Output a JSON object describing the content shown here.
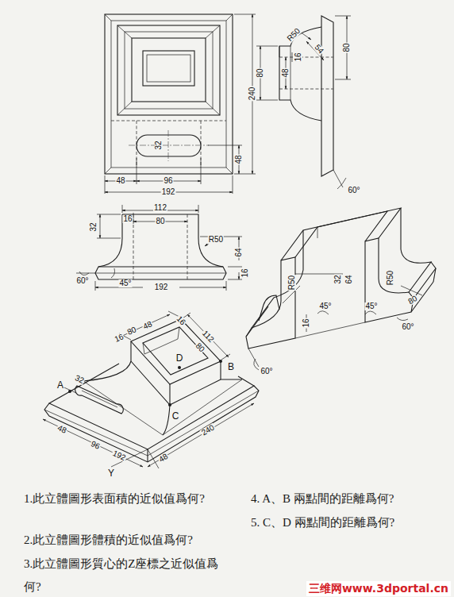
{
  "diagram": {
    "labels": [
      "240",
      "32",
      "48",
      "48",
      "96",
      "192",
      "R50",
      "54",
      "80",
      "16",
      "80",
      "48",
      "60°",
      "112",
      "16",
      "80",
      "32",
      "R50",
      "64",
      "16",
      "60°",
      "45°",
      "192",
      "R50",
      "32",
      "64",
      "R50",
      "16",
      "45°",
      "45°",
      "80",
      "60°",
      "60°",
      "80",
      "16",
      "48",
      "16",
      "112",
      "80",
      "D",
      "B",
      "A",
      "32",
      "C",
      "48",
      "96",
      "192",
      "240",
      "Y",
      "48",
      "1.此立體圖形表面積的近似值爲何?",
      "2.此立體圖形體積的近似值爲何?",
      "3.此立體圖形質心的Z座標之近似值爲何?",
      "4. A、B 兩點間的距離爲何?",
      "5. C、D 兩點間的距離爲何?",
      "三维网www.3dportal.cn"
    ]
  }
}
